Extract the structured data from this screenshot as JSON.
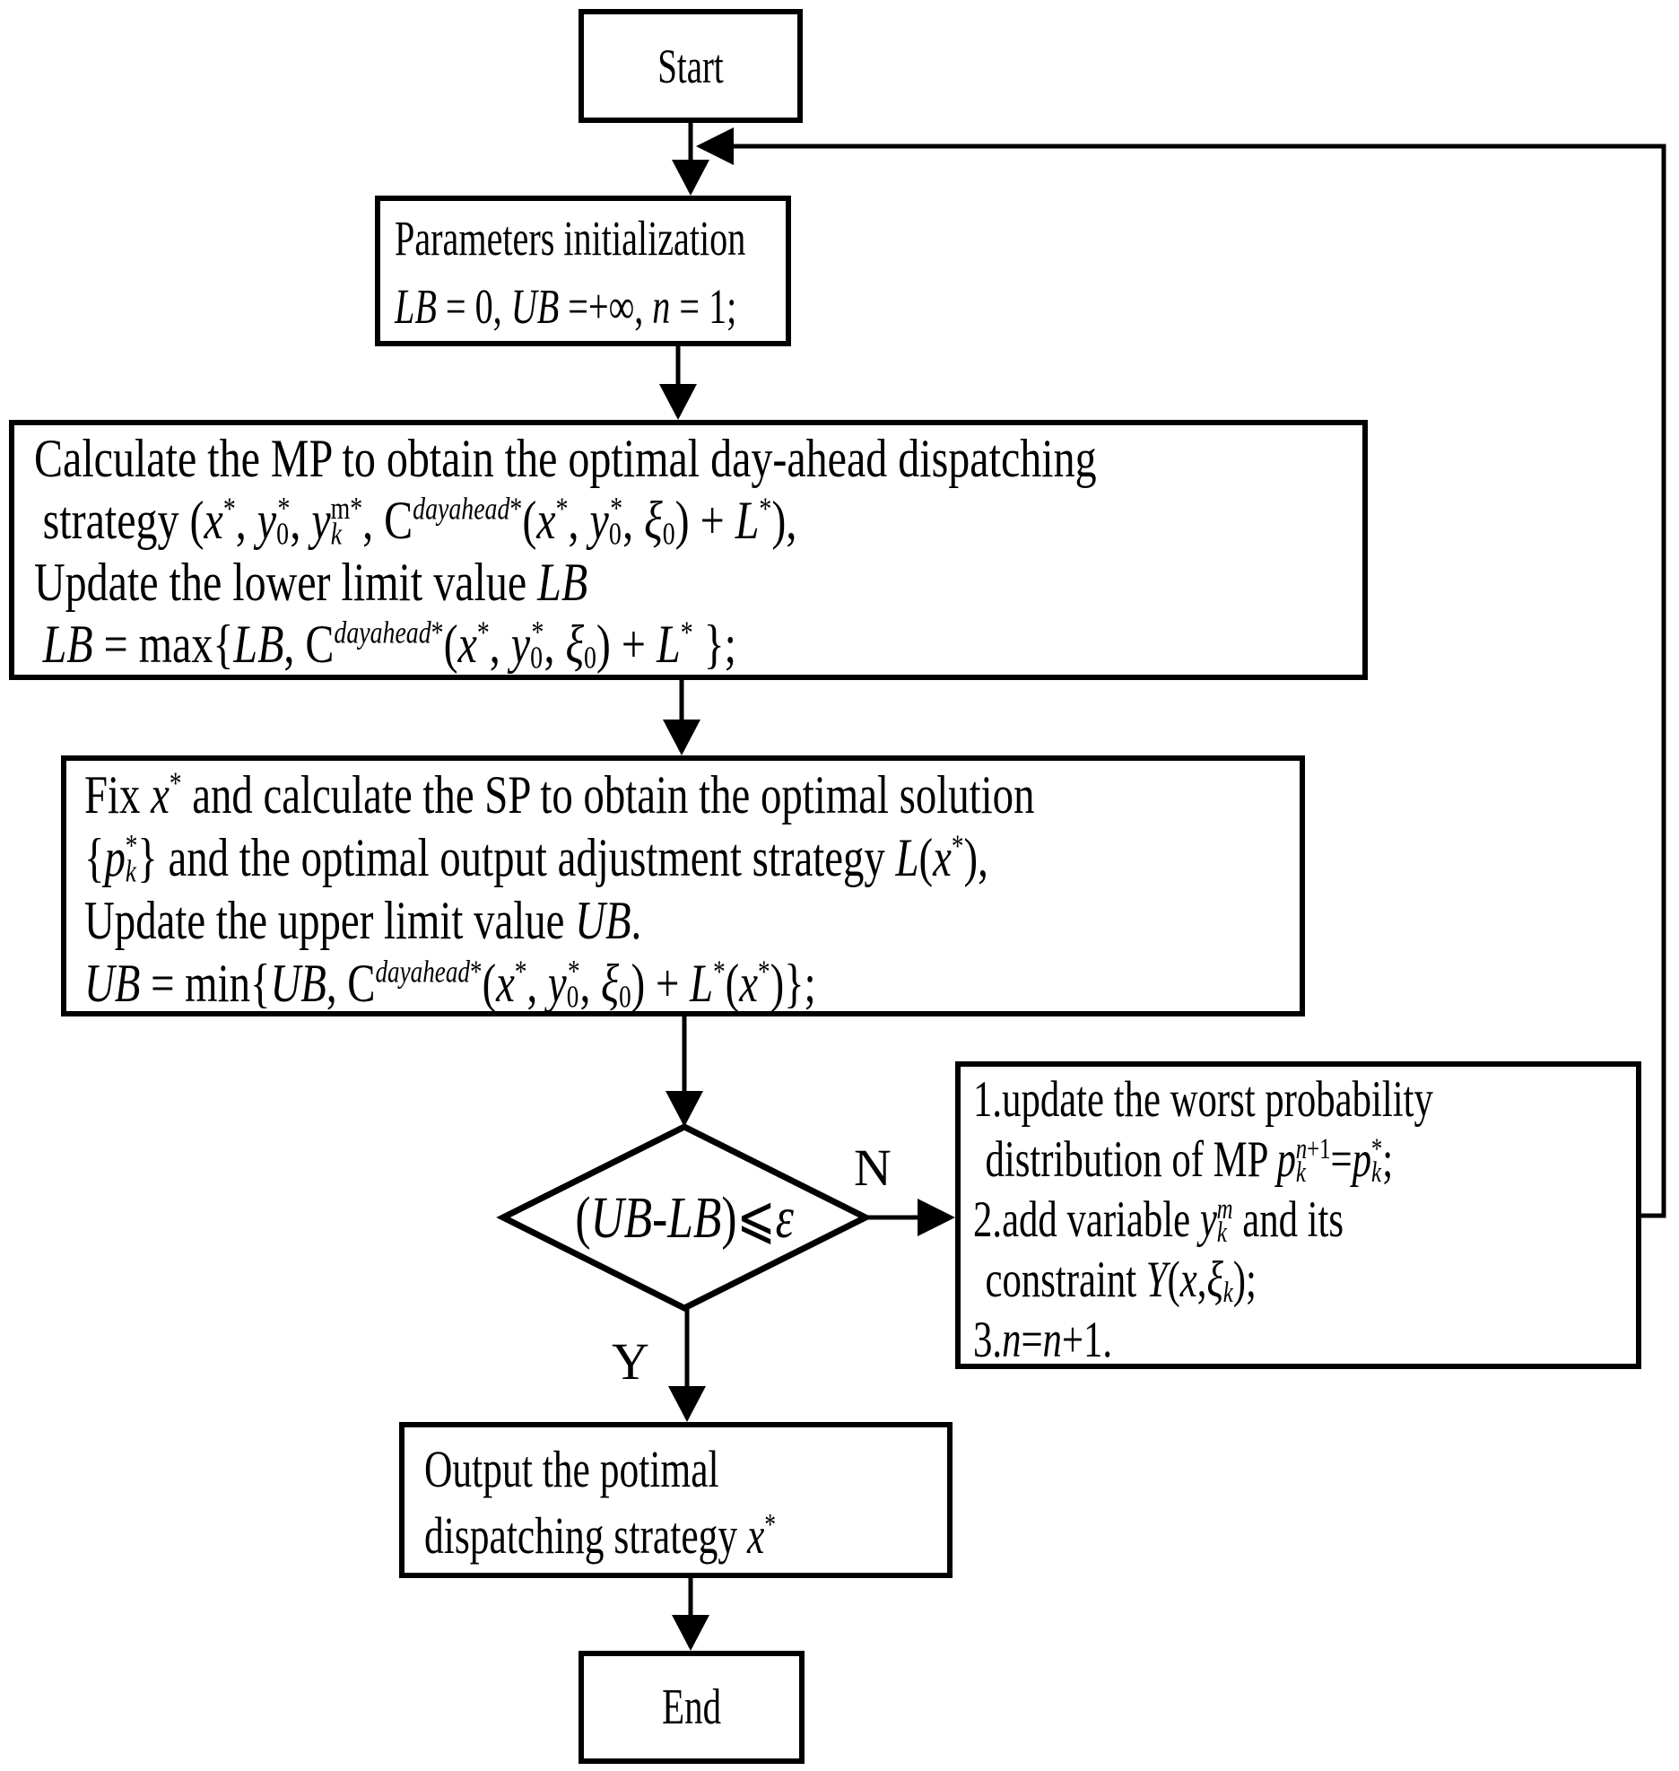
{
  "diagram": {
    "type": "flowchart",
    "colors": {
      "background": "#ffffff",
      "line": "#000000",
      "text": "#000000"
    },
    "nodes": {
      "start": {
        "label": "Start"
      },
      "init": {
        "lines": [
          "Parameters initialization",
          "<i>LB</i> = 0, <i>UB</i> =+∞, <i>n</i> = 1;"
        ]
      },
      "mp": {
        "lines": [
          "Calculate the MP to obtain the optimal day-ahead dispatching",
          "strategy (<i>x</i><sup>*</sup>, <i>y</i><sub>0</sub><sup>*</sup>, <i>y</i><sub><i>k</i></sub><sup>m*</sup>, C<sup><i>dayahead</i>*</sup>(<i>x</i><sup>*</sup>, <i>y</i><sub>0</sub><sup>*</sup>, <i>ξ</i><sub>0</sub>) + <i>L</i><sup>*</sup>),",
          "Update the lower limit value <i>LB</i>",
          "<i>LB</i> = max{<i>LB</i>, C<sup><i>dayahead</i>*</sup>(<i>x</i><sup>*</sup>, <i>y</i><sub>0</sub><sup>*</sup>, <i>ξ</i><sub>0</sub>) + <i>L</i><sup>*</sup> };"
        ]
      },
      "sp": {
        "lines": [
          "Fix <i>x</i><sup>*</sup> and calculate the SP to obtain the optimal solution",
          "{<i>p</i><sub><i>k</i></sub><sup>*</sup>} and the optimal output adjustment strategy <i>L</i>(<i>x</i><sup>*</sup>),",
          "Update the upper limit value <i>UB</i>.",
          "<i>UB</i> = min{<i>UB</i>, C<sup><i>dayahead</i>*</sup>(<i>x</i><sup>*</sup>, <i>y</i><sub>0</sub><sup>*</sup>, <i>ξ</i><sub>0</sub>) + <i>L</i><sup>*</sup>(<i>x</i><sup>*</sup>)};"
        ]
      },
      "decision": {
        "condition": "(<i>UB</i>-<i>LB</i>)<span class='rel'>⩽</span><i>ε</i>"
      },
      "cc": {
        "lines": [
          "1.update the worst probability",
          "distribution of MP <i>p</i><sub><i>k</i></sub><sup><i>n</i>+1</sup>=<i>p</i><sub><i>k</i></sub><sup>*</sup>;",
          "2.add variable <i>y</i><sub><i>k</i></sub><sup><i>m</i></sup> and its",
          "constraint <i>Y</i>(<i>x</i>,<i>ξ</i><sub><i>k</i></sub>);",
          "3.<i>n</i>=<i>n</i>+1."
        ]
      },
      "output": {
        "lines": [
          "Output the potimal",
          "dispatching strategy <i>x</i><sup>*</sup>"
        ]
      },
      "end": {
        "label": "End"
      }
    },
    "edge_labels": {
      "no": "N",
      "yes": "Y"
    }
  }
}
